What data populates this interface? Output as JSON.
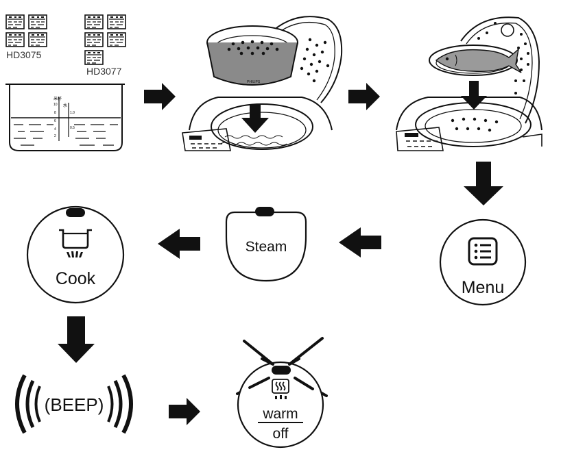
{
  "models": {
    "model_a": "HD3075",
    "model_b": "HD3077"
  },
  "cooker": {
    "brand": "PHILIPS"
  },
  "pot_scale": {
    "left_header": "米杯",
    "left_marks": [
      "10",
      "8",
      "6",
      "4",
      "2"
    ],
    "right_header": "水",
    "right_marks": [
      "1.0",
      "0.5"
    ]
  },
  "buttons": {
    "menu_label": "Menu",
    "steam_label": "Steam",
    "cook_label": "Cook",
    "beep_label": "BEEP",
    "warm_label": "warm",
    "off_label": "off"
  },
  "icons": {
    "arrow": "arrow-icon",
    "measuring_cup": "measuring-cup-icon",
    "steam_basket": "steam-basket-icon",
    "fish": "fish-icon",
    "menu_list": "list-icon",
    "pot": "pot-icon",
    "flame": "flame-icon",
    "sound_waves": "sound-wave-icon",
    "light_rays": "light-ray-icon"
  },
  "colors": {
    "ink": "#111111",
    "background": "#ffffff",
    "light_ink": "#555555"
  }
}
